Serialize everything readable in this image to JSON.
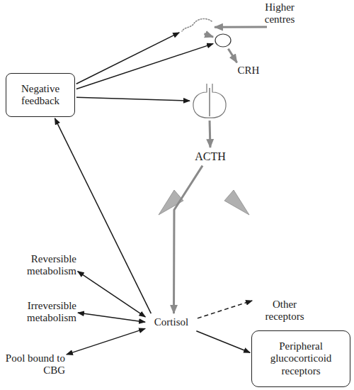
{
  "diagram": {
    "nodes": [
      {
        "text": [
          "Higher centres"
        ]
      },
      {
        "text": []
      },
      {
        "text": []
      },
      {
        "text": [
          "CRH"
        ]
      },
      {
        "text": []
      },
      {
        "text": [
          "Negative feedback"
        ]
      },
      {
        "text": [
          "ACTH"
        ]
      },
      {
        "text": [
          "Reversible metabolism"
        ]
      },
      {
        "text": [
          "Irreversible metabolism"
        ]
      },
      {
        "text": [
          "Pool bound to CBG"
        ]
      },
      {
        "text": [
          "Cortisol"
        ]
      },
      {
        "text": [
          "Other receptors"
        ]
      },
      {
        "text": [
          "Peripheral glucocorticoid receptors"
        ]
      }
    ],
    "edges": [
      {
        "from": 0,
        "to": 1,
        "arrow": "to"
      },
      {
        "from": 1,
        "to": 2,
        "arrow": "to"
      },
      {
        "from": 2,
        "to": 3,
        "arrow": "to"
      },
      {
        "from": 4,
        "to": 6,
        "arrow": "to"
      },
      {
        "from": 6,
        "to": 10,
        "arrow": "to"
      },
      {
        "from": 5,
        "to": 1,
        "arrow": "to"
      },
      {
        "from": 5,
        "to": 2,
        "arrow": "to"
      },
      {
        "from": 5,
        "to": 4,
        "arrow": "to"
      },
      {
        "from": 10,
        "to": 5,
        "arrow": "to"
      },
      {
        "from": 10,
        "to": 7,
        "arrow": "both"
      },
      {
        "from": 10,
        "to": 8,
        "arrow": "both"
      },
      {
        "from": 10,
        "to": 9,
        "arrow": "both"
      },
      {
        "from": 10,
        "to": 11,
        "arrow": "to"
      },
      {
        "from": 10,
        "to": 12,
        "arrow": "to"
      }
    ]
  }
}
